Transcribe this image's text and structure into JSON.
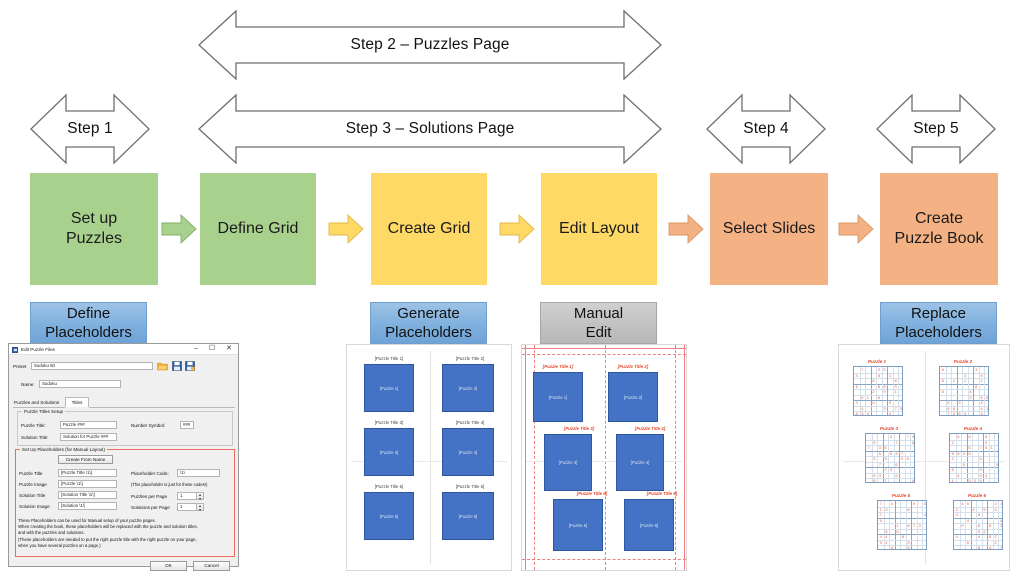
{
  "steps": [
    {
      "id": "step1",
      "label": "Step 1"
    },
    {
      "id": "step2",
      "label": "Step 2 – Puzzles Page"
    },
    {
      "id": "step3",
      "label": "Step 3 – Solutions Page"
    },
    {
      "id": "step4",
      "label": "Step 4"
    },
    {
      "id": "step5",
      "label": "Step 5"
    }
  ],
  "process_boxes": [
    {
      "id": "set-up-puzzles",
      "line1": "Set up",
      "line2": "Puzzles",
      "color": "#a9d18e"
    },
    {
      "id": "define-grid",
      "line1": "Define Grid",
      "line2": "",
      "color": "#a9d18e"
    },
    {
      "id": "create-grid",
      "line1": "Create Grid",
      "line2": "",
      "color": "#ffd966"
    },
    {
      "id": "edit-layout",
      "line1": "Edit Layout",
      "line2": "",
      "color": "#ffd966"
    },
    {
      "id": "select-slides",
      "line1": "Select Slides",
      "line2": "",
      "color": "#f4b183"
    },
    {
      "id": "create-puzzle-book",
      "line1": "Create",
      "line2": "Puzzle Book",
      "color": "#f4b183"
    }
  ],
  "connector_colors": [
    "#a9d18e",
    "#ffd966",
    "#ffd966",
    "#f4b183",
    "#f4b183"
  ],
  "callouts": [
    {
      "id": "define-placeholders",
      "line1": "Define",
      "line2": "Placeholders",
      "style": "blue"
    },
    {
      "id": "generate-placeholders",
      "line1": "Generate",
      "line2": "Placeholders",
      "style": "blue"
    },
    {
      "id": "manual-edit",
      "line1": "Manual",
      "line2": "Edit",
      "style": "grey"
    },
    {
      "id": "replace-placeholders",
      "line1": "Replace",
      "line2": "Placeholders",
      "style": "blue"
    }
  ],
  "placeholder_page": {
    "titles": [
      "[Puzzle Title 1]",
      "[Puzzle Title 2]",
      "[Puzzle Title 3]",
      "[Puzzle Title 4]",
      "[Puzzle Title 5]",
      "[Puzzle Title 6]"
    ],
    "boxes": [
      "[Puzzle 1]",
      "[Puzzle 2]",
      "[Puzzle 3]",
      "[Puzzle 4]",
      "[Puzzle 5]",
      "[Puzzle 6]"
    ]
  },
  "manual_edit_page": {
    "titles": [
      "[Puzzle Title 1]",
      "[Puzzle Title 2]",
      "[Puzzle Title 3]",
      "[Puzzle Title 4]",
      "[Puzzle Title 5]",
      "[Puzzle Title 6]"
    ],
    "boxes": [
      "[Puzzle 1]",
      "[Puzzle 2]",
      "[Puzzle 3]",
      "[Puzzle 4]",
      "[Puzzle 5]",
      "[Puzzle 6]"
    ]
  },
  "sudoku_page": {
    "titles": [
      "Puzzle 1",
      "Puzzle 2",
      "Puzzle 3",
      "Puzzle 4",
      "Puzzle 5",
      "Puzzle 6"
    ]
  },
  "dialog": {
    "title": "Edit Puzzle Files",
    "window_buttons": {
      "minimize": "–",
      "maximize": "☐",
      "close": "✕"
    },
    "preset_label": "Preset",
    "preset_value": "Sudoku 50",
    "toolbar_icons": [
      "open-folder-icon",
      "save-icon",
      "save-as-icon"
    ],
    "name_label": "Name:",
    "name_value": "Sudoku",
    "tabs": [
      {
        "id": "puzzles-and-solutions",
        "label": "Puzzles and Solutions",
        "active": false
      },
      {
        "id": "titles",
        "label": "Titles",
        "active": true
      }
    ],
    "titles_group": {
      "legend": "Puzzle Titles Setup",
      "puzzle_title_label": "Puzzle Title:",
      "puzzle_title_value": "Puzzle ###",
      "solution_title_label": "Solution Title:",
      "solution_title_value": "Solution for Puzzle ###",
      "number_symbol_label": "Number Symbol:",
      "number_symbol_value": "###"
    },
    "placeholders_group": {
      "legend": "Set Up Placeholders (for Manual Layout)",
      "create_from_name_button": "Create From Name",
      "rows": [
        {
          "label": "Puzzle Title",
          "value": "[Puzzle Title \\1\\]"
        },
        {
          "label": "Puzzle Image",
          "value": "[Puzzle \\1\\]"
        },
        {
          "label": "Solution Title",
          "value": "[Solution Title \\1\\]"
        },
        {
          "label": "Solution Image",
          "value": "[Solution \\1\\]"
        }
      ],
      "placeholder_code_label": "Placeholder Code:",
      "placeholder_code_value": "\\1\\",
      "placeholder_code_note": "(This placeholder is just for these codes!)",
      "puzzles_per_page_label": "Puzzles per Page",
      "puzzles_per_page_value": "1",
      "solutions_per_page_label": "Solutions per Page",
      "solutions_per_page_value": "1",
      "help_text": "These Placeholders can be used for Manual setup of your puzzle pages.\nWhen creating the book, these placeholders will be replaced with the puzzle and solution titles,\nand with the puzzles and solutions.\n(These placeholders are needed to put the right puzzle title with the right puzzle on your page,\nwhen you have several puzzles on a page.)"
    },
    "ok_button": "OK",
    "cancel_button": "Cancel"
  }
}
